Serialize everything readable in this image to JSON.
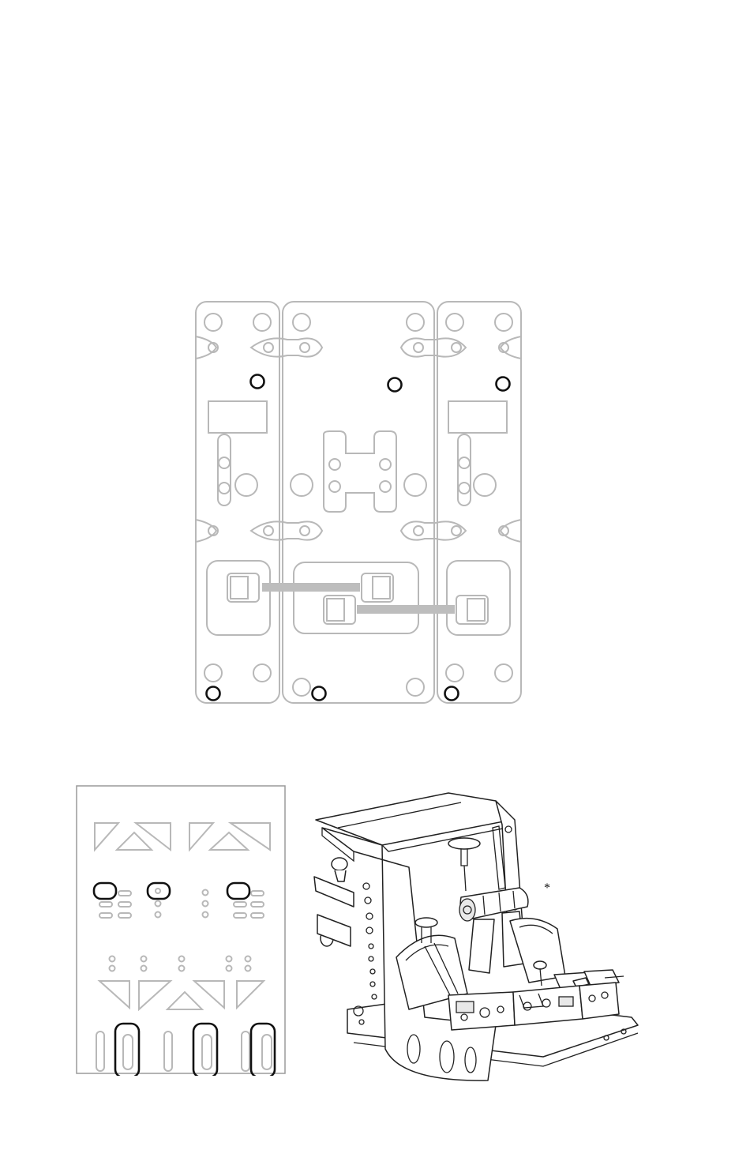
{
  "figure": {
    "annotation_mark": "*"
  },
  "icons": {
    "base_plate": "mounting-plate-top-view",
    "underside": "mounting-underside-view",
    "device": "throttle-quadrant-isometric"
  },
  "colors": {
    "outline": "#b8b8b8",
    "highlight": "#111111",
    "background": "#ffffff"
  }
}
